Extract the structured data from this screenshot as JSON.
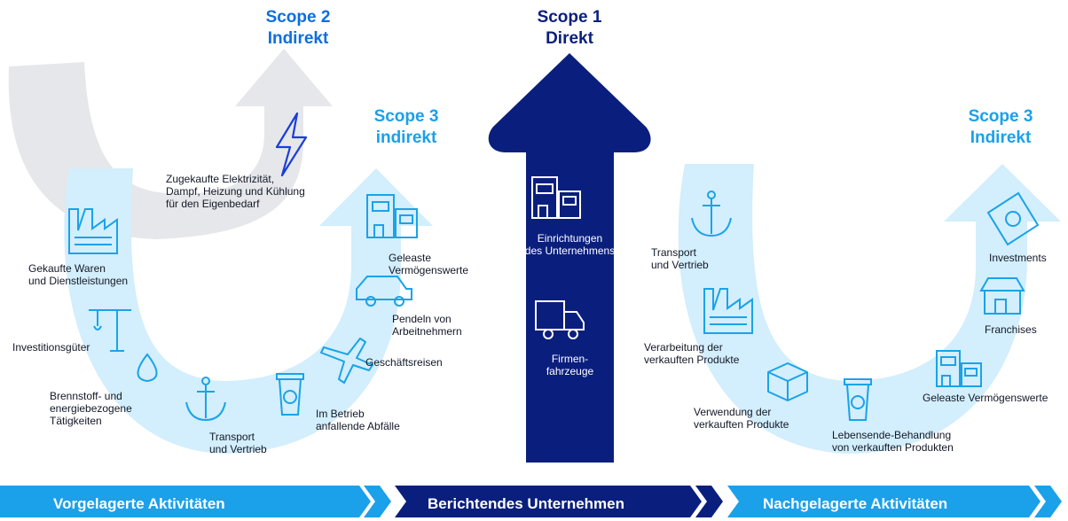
{
  "colors": {
    "navy": "#0a1f7d",
    "blue": "#0b6fe0",
    "cyan": "#1ba0ea",
    "icon": "#1aa3e8",
    "lightblue": "#d3eefc",
    "grey": "#e6e7ea"
  },
  "headings": {
    "scope2": "Scope 2\nIndirekt",
    "scope1": "Scope 1\nDirekt",
    "scope3_up": "Scope 3\nindirekt",
    "scope3_down": "Scope 3\nIndirekt"
  },
  "scope2_label": "Zugekaufte Elektrizität,\nDampf, Heizung und Kühlung\nfür den Eigenbedarf",
  "upstream_items": {
    "goods": "Gekaufte Waren\nund Dienstleistungen",
    "capital": "Investitionsgüter",
    "fuel": "Brennstoff- und\nenergiebezogene\nTätigkeiten",
    "transport": "Transport\nund Vertrieb",
    "waste": "Im Betrieb\nanfallende Abfälle",
    "travel": "Geschäftsreisen",
    "commuting": "Pendeln von\nArbeitnehmern",
    "leased": "Geleaste\nVermögenswerte"
  },
  "company_items": {
    "facilities": "Einrichtungen\ndes Unternehmens",
    "vehicles": "Firmen-\nfahrzeuge"
  },
  "downstream_items": {
    "transport": "Transport\nund Vertrieb",
    "processing": "Verarbeitung der\nverkauften Produkte",
    "use": "Verwendung der\nverkauften Produkte",
    "eol": "Lebensende-Behandlung\nvon verkauften Produkten",
    "leased": "Geleaste Vermögenswerte",
    "franchises": "Franchises",
    "investments": "Investments"
  },
  "bands": {
    "upstream": "Vorgelagerte Aktivitäten",
    "company": "Berichtendes Unternehmen",
    "downstream": "Nachgelagerte Aktivitäten"
  }
}
